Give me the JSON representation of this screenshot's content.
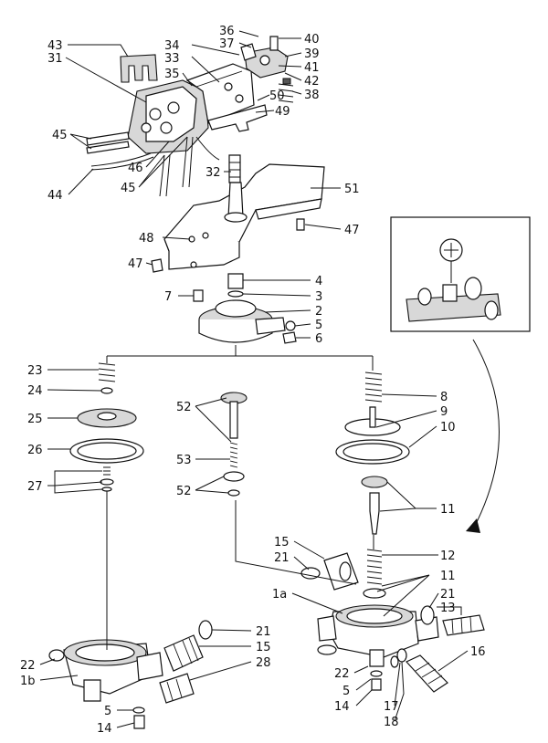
{
  "callouts": {
    "c43": "43",
    "c31": "31",
    "c34": "34",
    "c36": "36",
    "c37": "37",
    "c40": "40",
    "c33": "33",
    "c39": "39",
    "c35": "35",
    "c41": "41",
    "c42": "42",
    "c50": "50",
    "c38": "38",
    "c49": "49",
    "c45a": "45",
    "c46": "46",
    "c45b": "45",
    "c44": "44",
    "c32": "32",
    "c51": "51",
    "c48": "48",
    "c47a": "47",
    "c47b": "47",
    "c4": "4",
    "c7": "7",
    "c3": "3",
    "c2": "2",
    "c5a": "5",
    "c6": "6",
    "c23": "23",
    "c24": "24",
    "c25": "25",
    "c26": "26",
    "c27": "27",
    "c52a": "52",
    "c53": "53",
    "c52b": "52",
    "c8": "8",
    "c9": "9",
    "c10": "10",
    "c11a": "11",
    "c15a": "15",
    "c21a": "21",
    "c12": "12",
    "c11b": "11",
    "c21b": "21",
    "c13": "13",
    "c1a": "1a",
    "c16": "16",
    "c22a": "22",
    "c5b": "5",
    "c14a": "14",
    "c17": "17",
    "c18": "18",
    "c21c": "21",
    "c15b": "15",
    "c28": "28",
    "c22b": "22",
    "c1b": "1b",
    "c5c": "5",
    "c14b": "14"
  }
}
